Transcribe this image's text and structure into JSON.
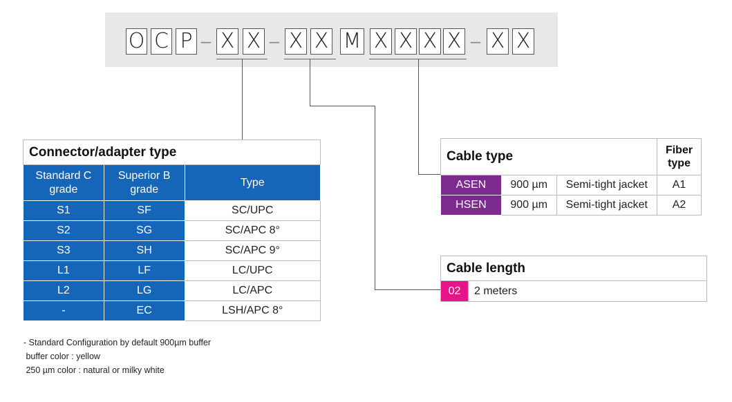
{
  "code": {
    "boxes": [
      {
        "id": "o",
        "text": "O"
      },
      {
        "id": "c",
        "text": "C"
      },
      {
        "id": "p",
        "text": "P"
      },
      {
        "id": "x1",
        "text": "X"
      },
      {
        "id": "x2",
        "text": "X"
      },
      {
        "id": "x3",
        "text": "X"
      },
      {
        "id": "x4",
        "text": "X"
      },
      {
        "id": "m",
        "text": "M"
      },
      {
        "id": "x5",
        "text": "X"
      },
      {
        "id": "x6",
        "text": "X"
      },
      {
        "id": "x7",
        "text": "X"
      },
      {
        "id": "x8",
        "text": "X"
      },
      {
        "id": "x9",
        "text": "X"
      },
      {
        "id": "x10",
        "text": "X"
      }
    ],
    "separator": "–"
  },
  "connector_table": {
    "title": "Connector/adapter type",
    "headers": [
      "Standard C grade",
      "Superior B grade",
      "Type"
    ],
    "rows": [
      [
        "S1",
        "SF",
        "SC/UPC"
      ],
      [
        "S2",
        "SG",
        "SC/APC 8°"
      ],
      [
        "S3",
        "SH",
        "SC/APC 9°"
      ],
      [
        "L1",
        "LF",
        "LC/UPC"
      ],
      [
        "L2",
        "LG",
        "LC/APC"
      ],
      [
        "-",
        "EC",
        "LSH/APC 8°"
      ]
    ]
  },
  "cable_type_table": {
    "title": "Cable type",
    "fiber_header": "Fiber type",
    "rows": [
      [
        "ASEN",
        "900 µm",
        "Semi-tight jacket",
        "A1"
      ],
      [
        "HSEN",
        "900 µm",
        "Semi-tight jacket",
        "A2"
      ]
    ],
    "code_color": "#7b2a8e"
  },
  "cable_length_table": {
    "title": "Cable length",
    "rows": [
      [
        "02",
        "2 meters"
      ]
    ],
    "code_color": "#e5148a"
  },
  "notes": [
    "- Standard Configuration by default 900µm buffer",
    " buffer color : yellow",
    " 250 µm color : natural or milky white"
  ],
  "colors": {
    "header_blue": "#1565b8",
    "banner_gray": "#e8e8e8"
  }
}
